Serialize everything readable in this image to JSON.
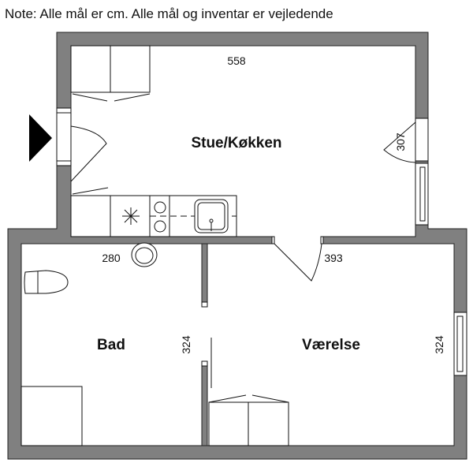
{
  "note": "Note: Alle mål er cm. Alle mål og inventar er vejledende",
  "rooms": {
    "living": {
      "name": "Stue/Køkken",
      "width": "558",
      "depth": "307"
    },
    "bath": {
      "name": "Bad",
      "width": "280",
      "depth": "324"
    },
    "bedroom": {
      "name": "Værelse",
      "width": "393",
      "depth": "324"
    }
  },
  "colors": {
    "wall": "#808080",
    "entrance_marker": "#000000"
  }
}
